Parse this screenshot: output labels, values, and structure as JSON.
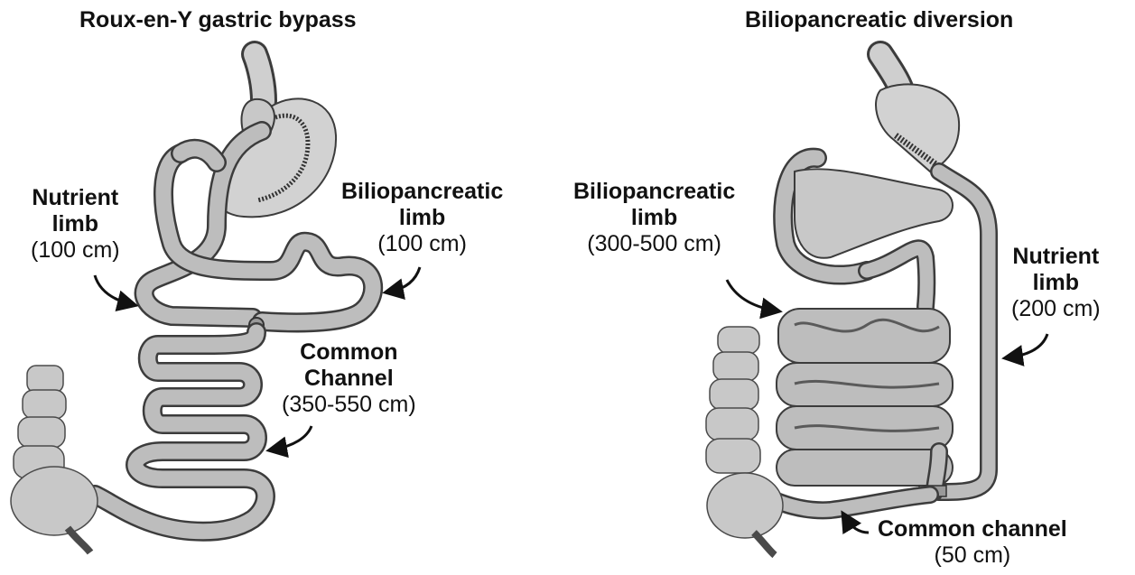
{
  "panels": [
    {
      "title": "Roux-en-Y gastric bypass",
      "labels": {
        "nutrient": {
          "name_line1": "Nutrient",
          "name_line2": "limb",
          "length": "(100 cm)"
        },
        "biliopancreatic": {
          "name_line1": "Biliopancreatic",
          "name_line2": "limb",
          "length": "(100 cm)"
        },
        "common": {
          "name_line1": "Common",
          "name_line2": "Channel",
          "length": "(350-550 cm)"
        }
      }
    },
    {
      "title": "Biliopancreatic diversion",
      "labels": {
        "biliopancreatic": {
          "name_line1": "Biliopancreatic",
          "name_line2": "limb",
          "length": "(300-500 cm)"
        },
        "nutrient": {
          "name_line1": "Nutrient",
          "name_line2": "limb",
          "length": "(200 cm)"
        },
        "common": {
          "name_line1": "Common channel",
          "length": "(50 cm)"
        }
      }
    }
  ],
  "colors": {
    "tissue": "#b9b9b9",
    "tissue_dark": "#7d7d7d",
    "outline": "#3c3c3c",
    "stomach": "#d2d2d2",
    "colon": "#c8c8c8"
  }
}
